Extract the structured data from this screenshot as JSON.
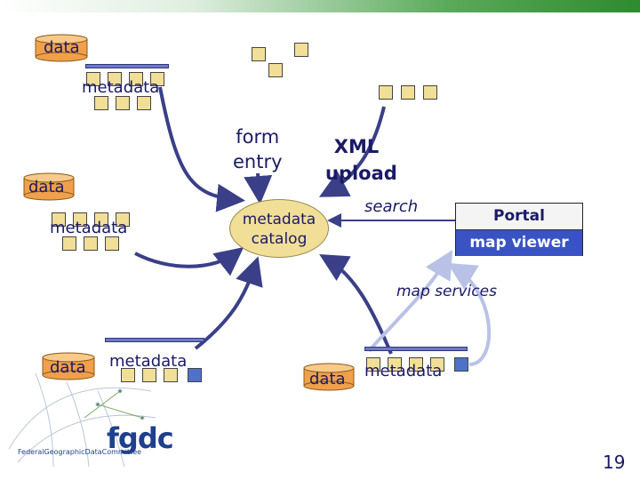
{
  "labels": {
    "data": "data",
    "metadata": "metadata",
    "form_entry": "form\nentry",
    "xml_upload": "XML\nupload",
    "catalog": "metadata\ncatalog",
    "search": "search",
    "portal": "Portal",
    "map_viewer": "map viewer",
    "map_services": "map services"
  },
  "logo": {
    "text": "fgdc",
    "subtitle": "FederalGeographicDataCommittee"
  },
  "page_number": "19",
  "colors": {
    "square_fill": "#f1df97",
    "square_blue": "#4e72c9",
    "arrow_dark": "#3a3f87",
    "arrow_light": "#b9c2e6",
    "portal_blue": "#3a53c4"
  }
}
